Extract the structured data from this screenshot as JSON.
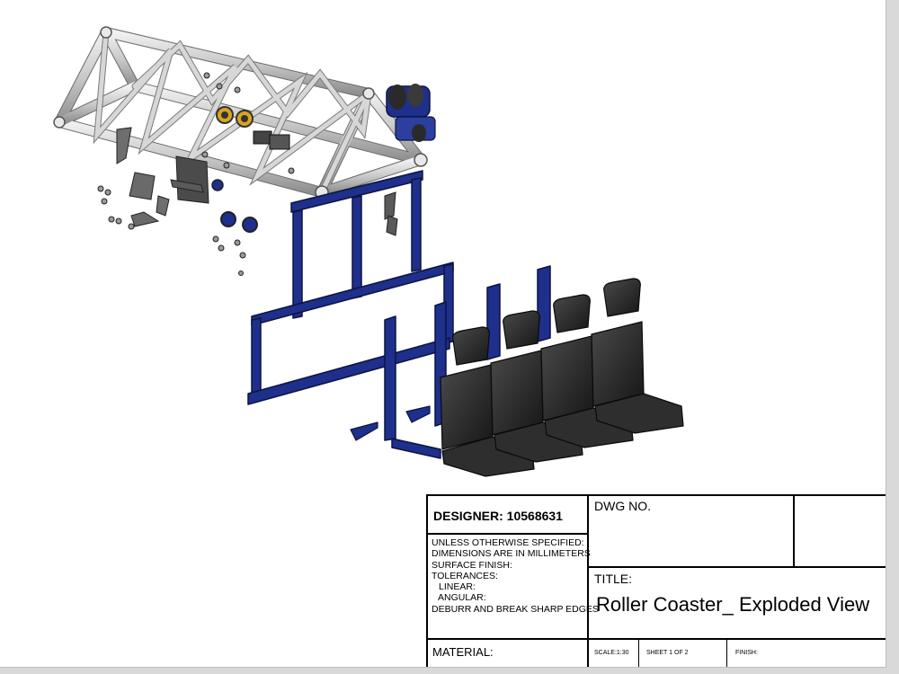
{
  "title_block": {
    "designer": "DESIGNER: 10568631",
    "dwg_no_label": "DWG NO.",
    "notes": [
      "UNLESS OTHERWISE SPECIFIED:",
      "DIMENSIONS ARE IN MILLIMETERS",
      "SURFACE FINISH:",
      "TOLERANCES:",
      "LINEAR:",
      "ANGULAR:",
      "DEBURR AND BREAK SHARP EDGES"
    ],
    "title_label": "TITLE:",
    "title_value": "Roller Coaster_ Exploded View",
    "material_label": "MATERIAL:",
    "scale": "SCALE:1:30",
    "sheet": "SHEET 1 OF 2",
    "finish": "FINISH:"
  },
  "colors": {
    "frame_blue": "#1f2f8c",
    "truss_gray": "#cfcfcf",
    "seat_black": "#2a2a2a",
    "wheel_yellow": "#d9a520"
  }
}
